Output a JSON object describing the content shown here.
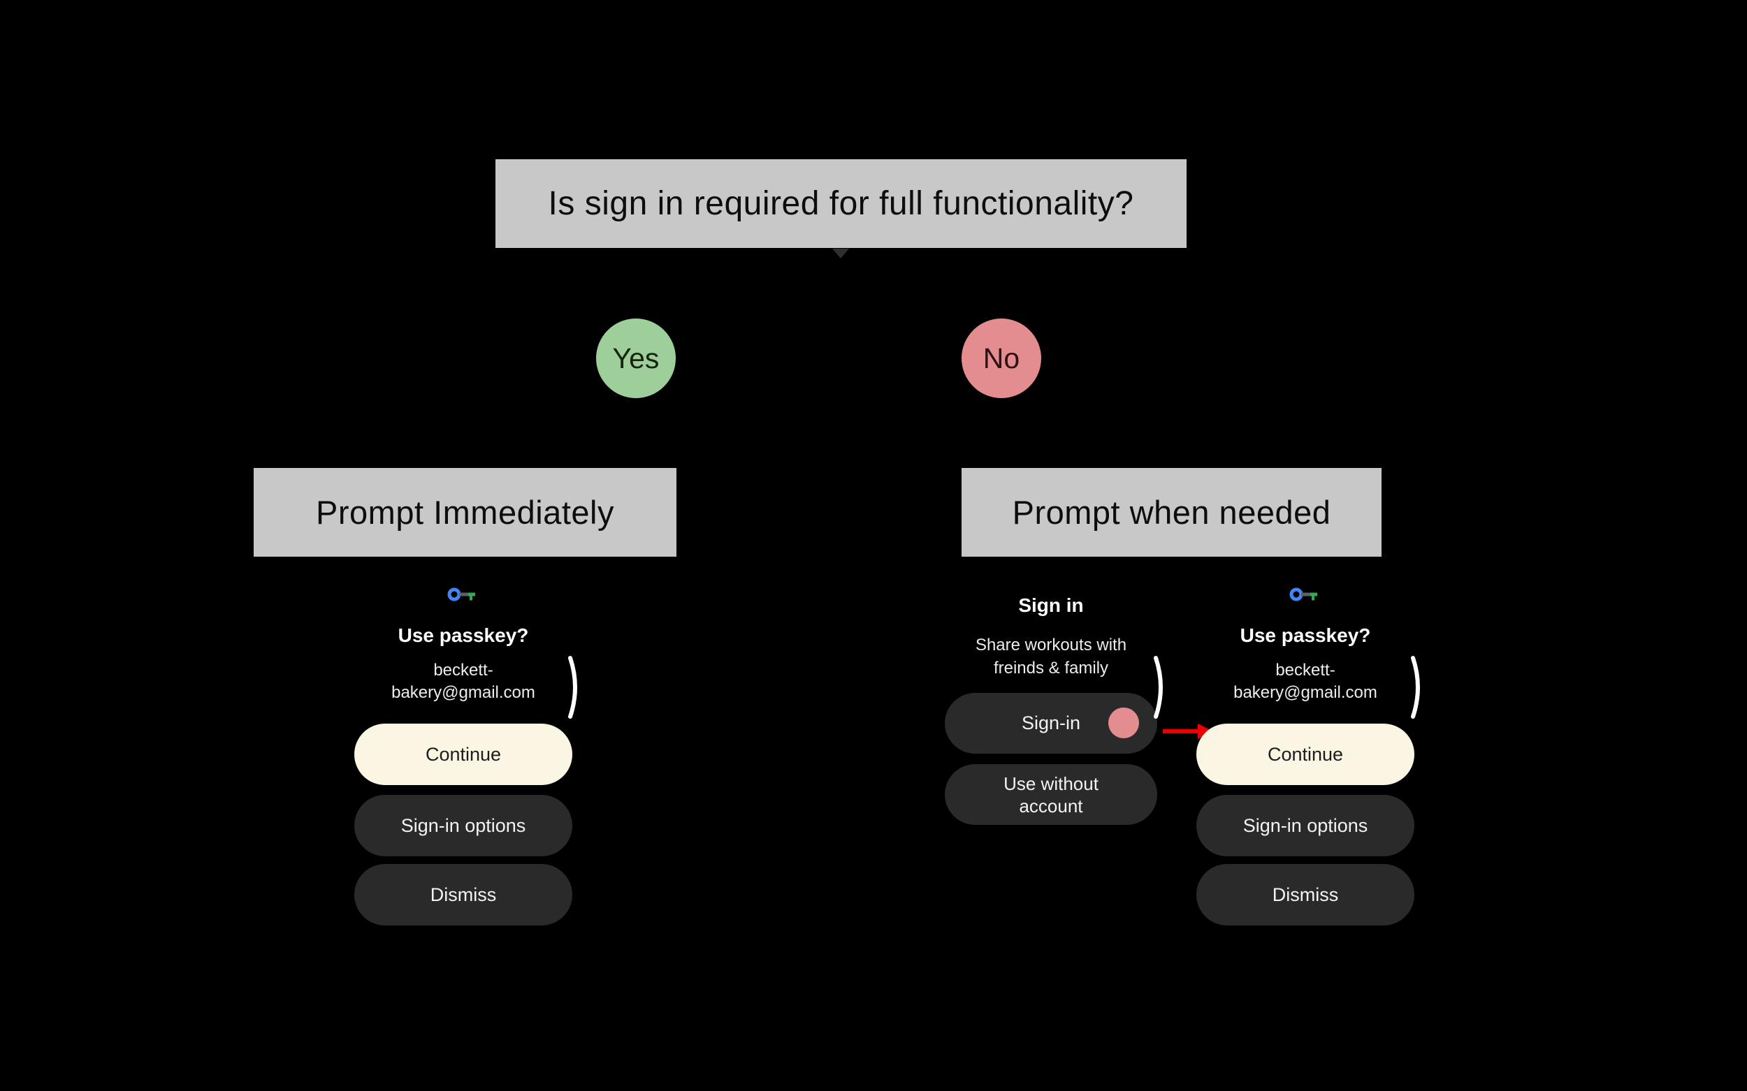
{
  "flowchart": {
    "question": "Is sign in required for full functionality?",
    "yes_label": "Yes",
    "no_label": "No",
    "yes_heading": "Prompt Immediately",
    "no_heading": "Prompt when needed"
  },
  "passkey_screen": {
    "icon": "passkey-key-icon",
    "title": "Use passkey?",
    "email_line1": "beckett-",
    "email_line2": "bakery@gmail.com",
    "buttons": {
      "continue": "Continue",
      "signin_options": "Sign-in options",
      "dismiss": "Dismiss"
    }
  },
  "signin_screen": {
    "title": "Sign in",
    "subtitle_line1": "Share workouts with",
    "subtitle_line2": "freinds & family",
    "buttons": {
      "signin": "Sign-in",
      "use_without_account_line1": "Use without",
      "use_without_account_line2": "account"
    }
  },
  "colors": {
    "background": "#000000",
    "box_gray": "#c8c8c8",
    "yes_green": "#9ecf9a",
    "no_pink": "#e48d90",
    "continue_cream": "#fbf5e3",
    "dark_pill": "#2a2a2a",
    "tap_indicator_pink": "#e48d90",
    "arrow_red": "#ee0000",
    "key_blue": "#4285f4",
    "key_green": "#34a853"
  }
}
